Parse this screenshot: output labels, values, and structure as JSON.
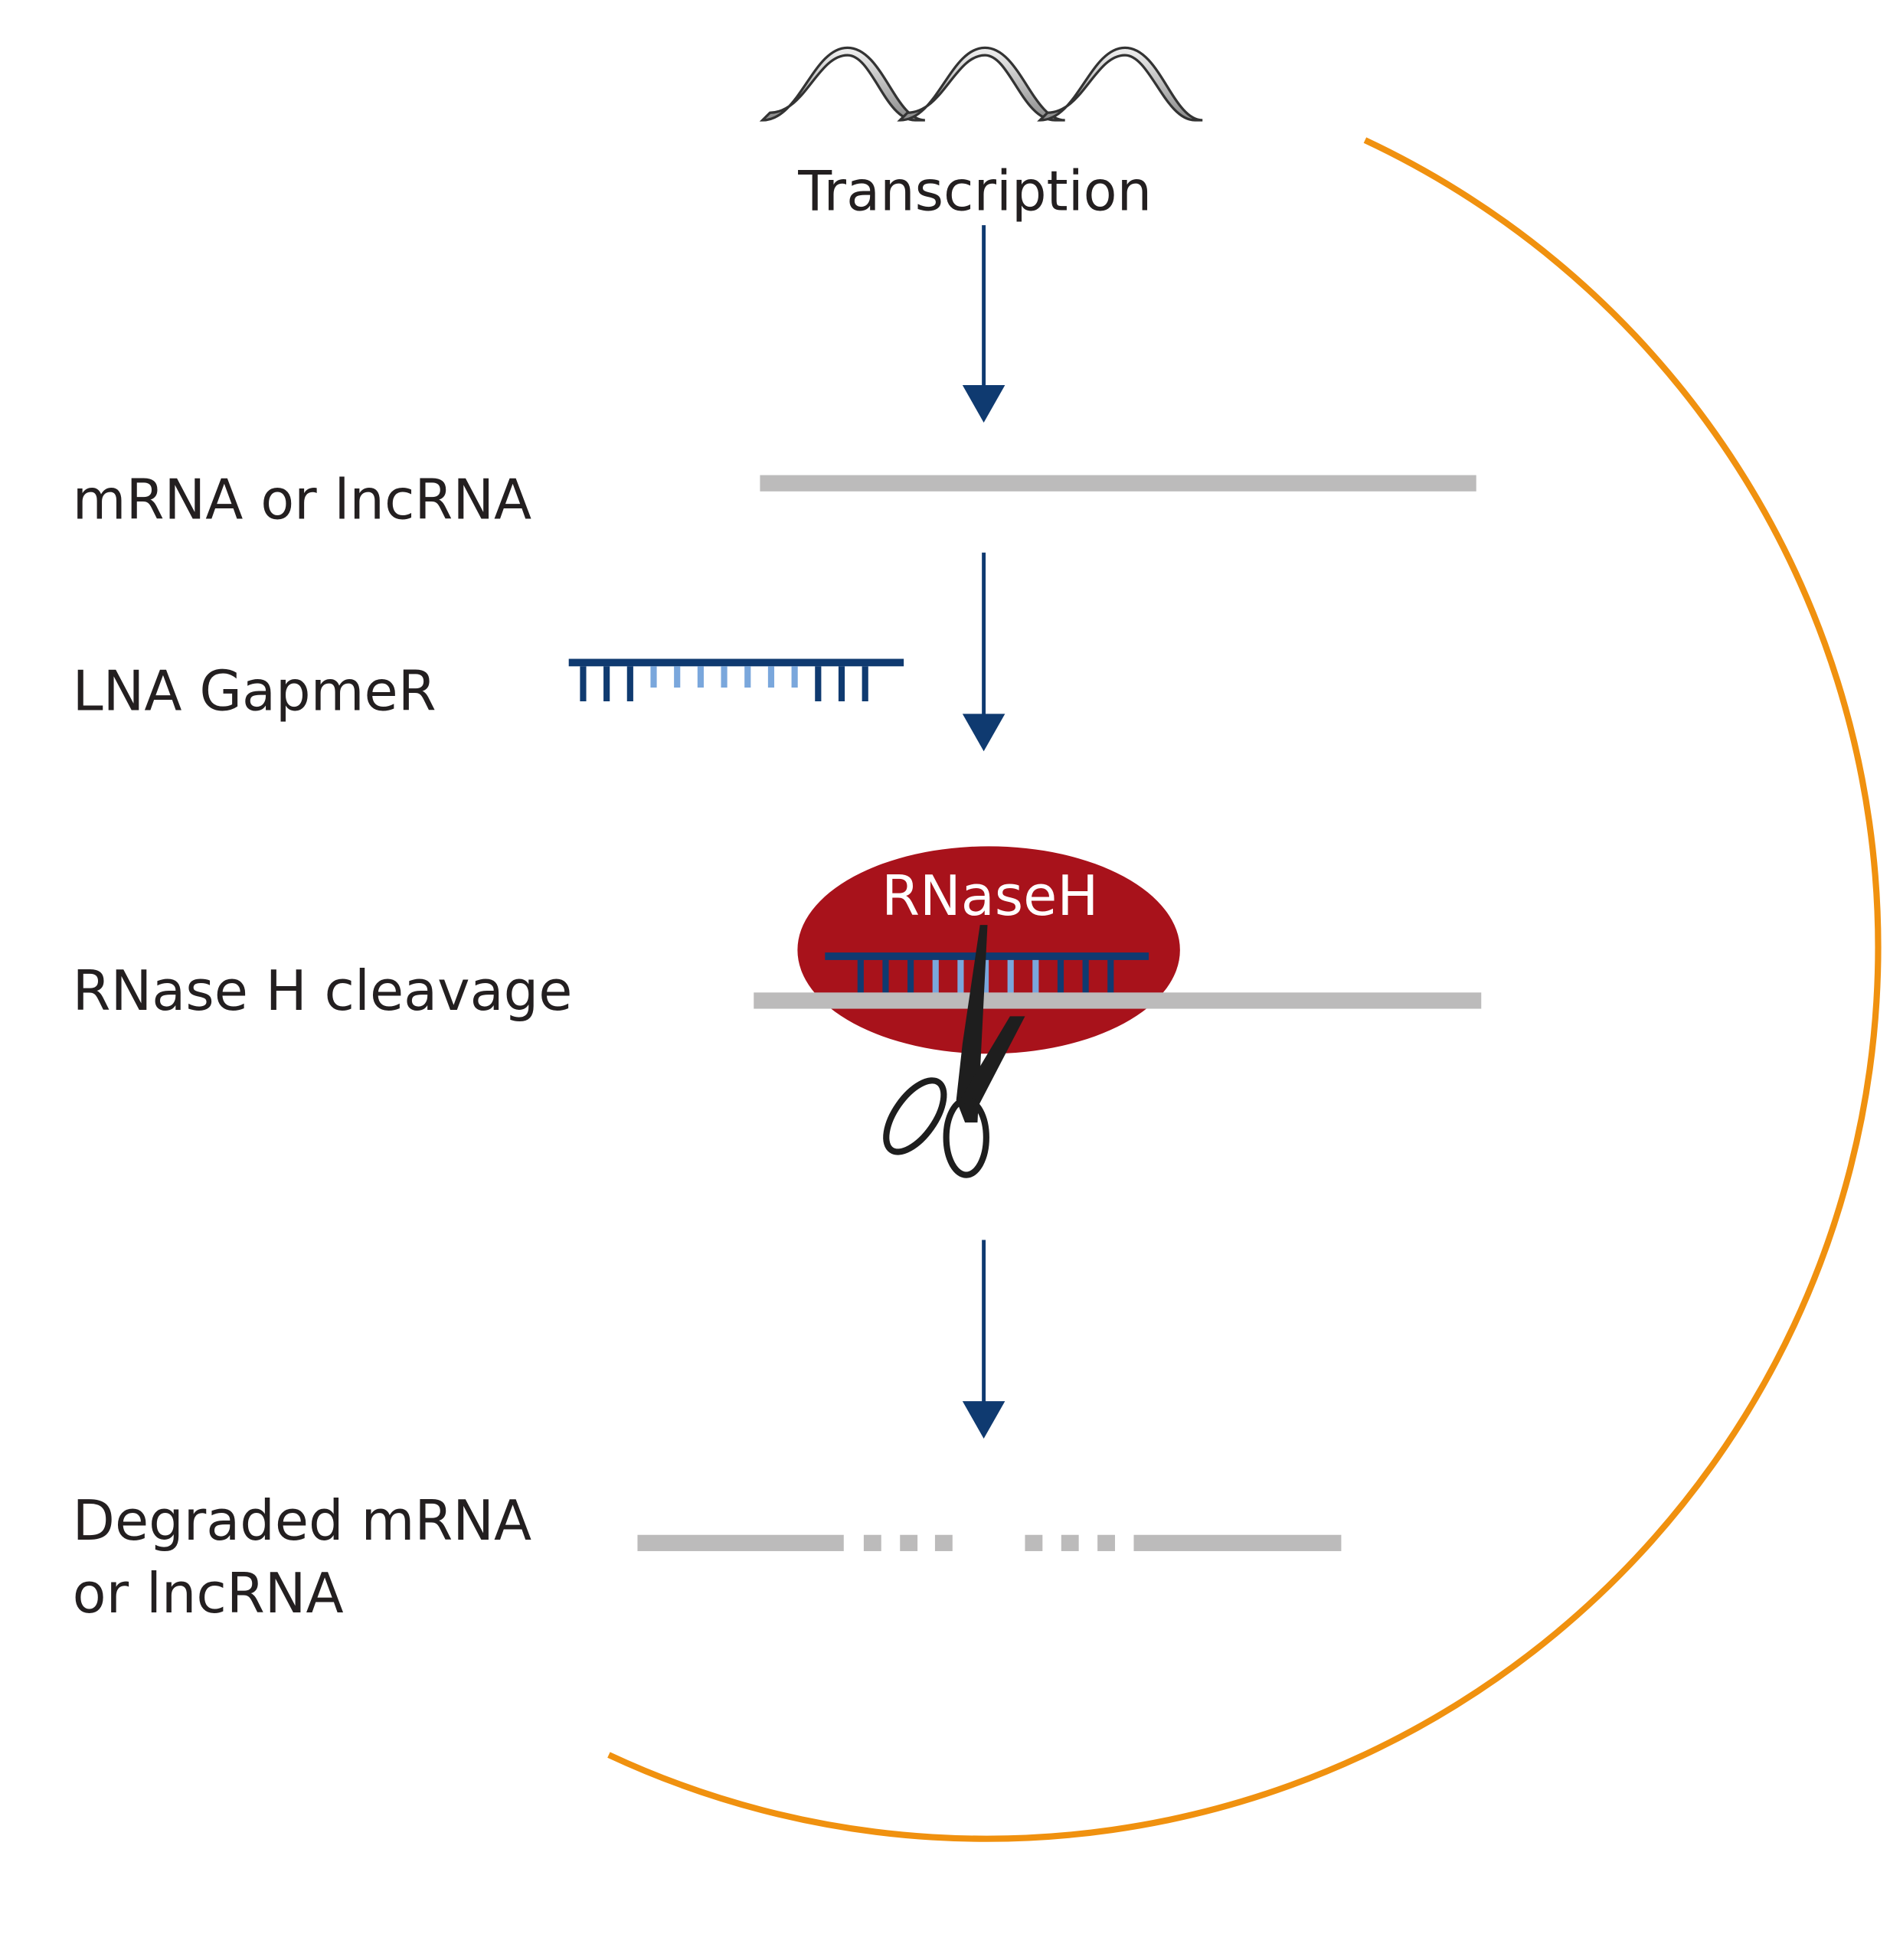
{
  "labels": {
    "transcription": "Transcription",
    "mrna": "mRNA or lncRNA",
    "gapmer": "LNA GapmeR",
    "cleavage": "RNase H cleavage",
    "degraded_line1": "Degraded mRNA",
    "degraded_line2": "or lncRNA",
    "enzyme": "RNaseH"
  },
  "colors": {
    "arrow": "#0f3a70",
    "gapmer_dark": "#0f3a70",
    "gapmer_light": "#7aa7dc",
    "rna": "#bcbbbb",
    "enzyme": "#a8121b",
    "cell_boundary": "#f0910f",
    "scissors": "#1e1e1e"
  },
  "icons": [
    "dna-helix-icon",
    "scissors-icon"
  ]
}
